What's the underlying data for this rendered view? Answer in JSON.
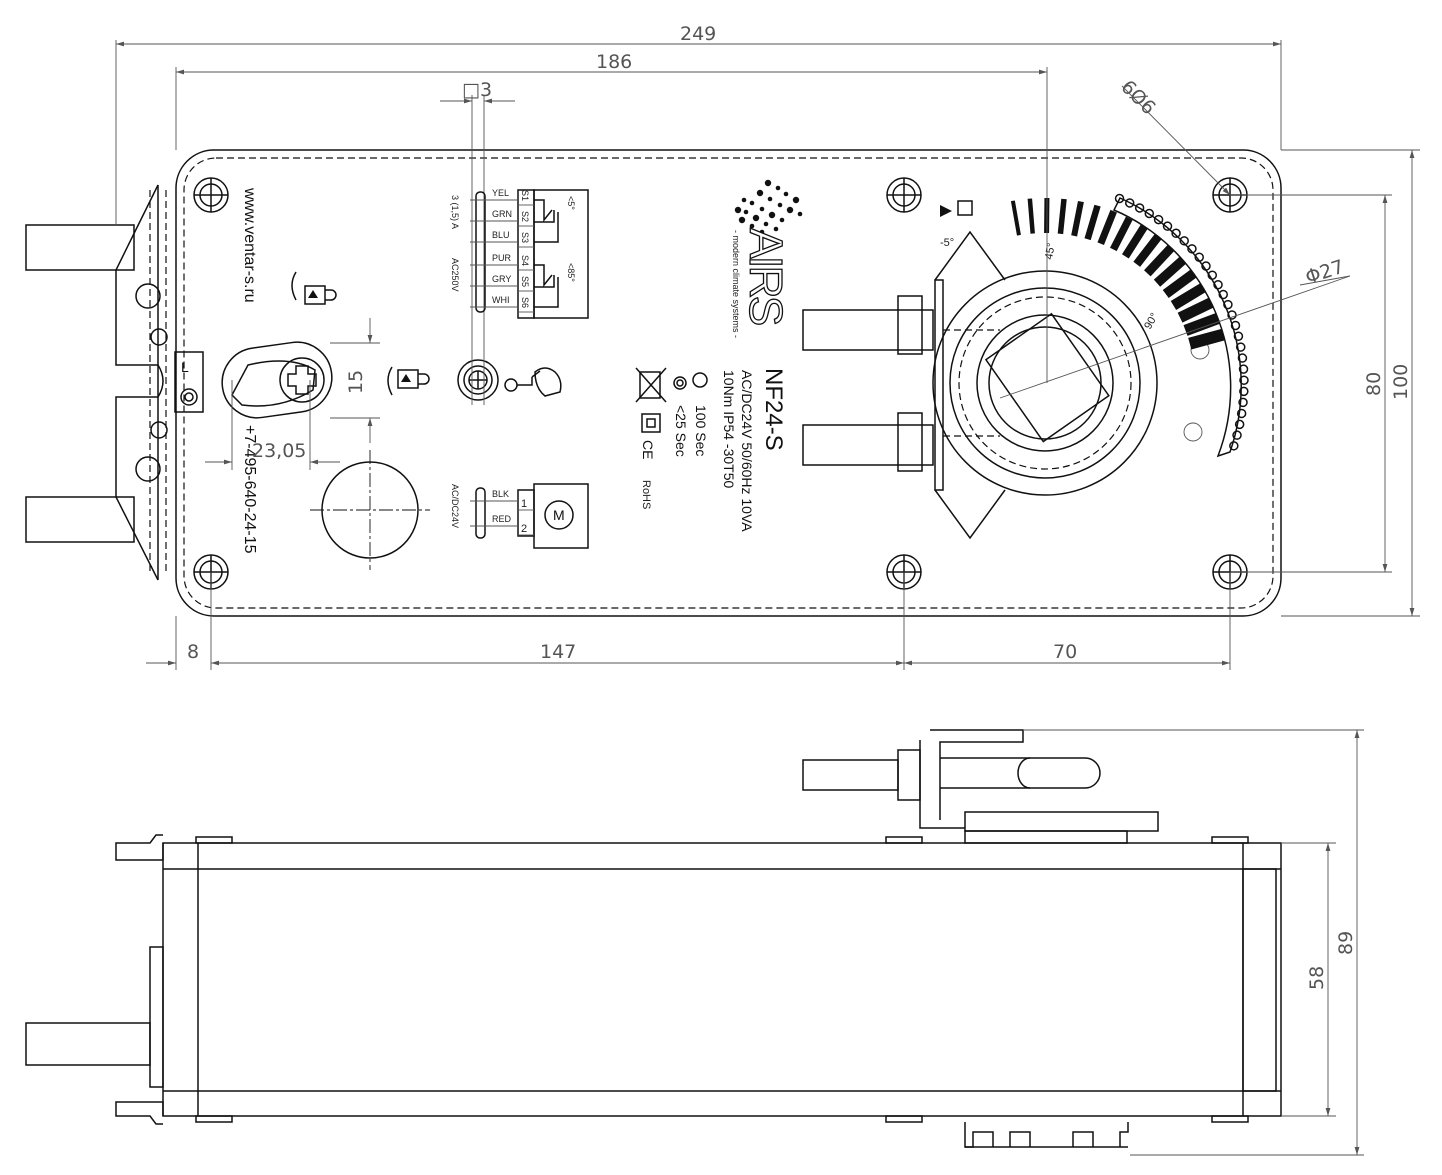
{
  "dimensions": {
    "overall_length": "249",
    "mount_span": "186",
    "square_drive": "□3",
    "hole_spec": "6Ø6",
    "shaft_diameter": "Φ27",
    "height_inner": "80",
    "height_outer": "100",
    "offset_8": "8",
    "offset_147": "147",
    "offset_70": "70",
    "slot_height": "15",
    "slot_offset": "23,05",
    "side_body": "58",
    "side_total": "89"
  },
  "labels": {
    "model": "NF24-S",
    "supply": "AC/DC24V 50/60Hz 10VA",
    "specs": "10Nm  IP54  -30T50",
    "motor_time": "100 Sec",
    "spring_time": "<25 Sec",
    "ce": "CE",
    "rohs": "RoHS",
    "website": "www.ventar-s.ru",
    "phone": "+7-495-640-24-15",
    "current": "3 (1,5) A",
    "switch_voltage": "AC250V",
    "motor_supply": "AC/DC24V",
    "scale_min": "-5°",
    "scale_mid": "45°",
    "scale_max": "90°",
    "switch_low": "<5°",
    "switch_high": "<85°",
    "left_letter": "L",
    "motor_symbol": "M",
    "logo_text": "AIRS",
    "logo_tag": "- modern climate systems -"
  },
  "wires": [
    {
      "color": "YEL",
      "terminal": "S1"
    },
    {
      "color": "GRN",
      "terminal": "S2"
    },
    {
      "color": "BLU",
      "terminal": "S3"
    },
    {
      "color": "PUR",
      "terminal": "S4"
    },
    {
      "color": "GRY",
      "terminal": "S5"
    },
    {
      "color": "WHI",
      "terminal": "S6"
    }
  ],
  "motor_wires": [
    {
      "color": "BLK",
      "terminal": "1"
    },
    {
      "color": "RED",
      "terminal": "2"
    }
  ]
}
